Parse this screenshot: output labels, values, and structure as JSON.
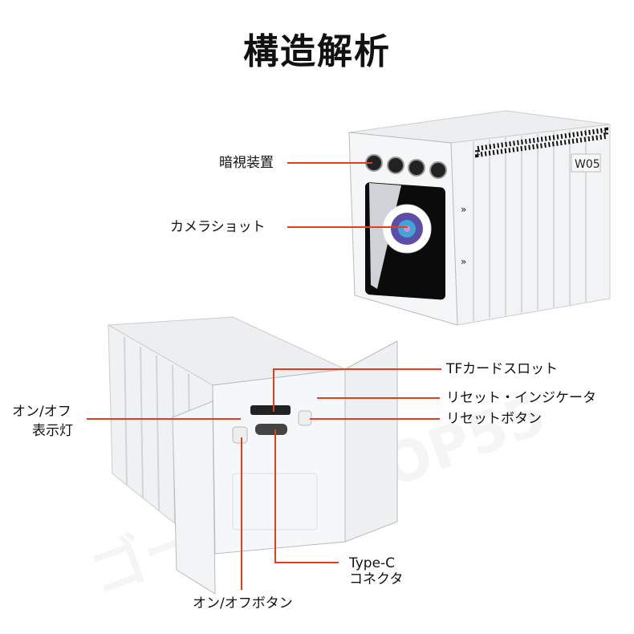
{
  "title": "構造解析",
  "watermark": "ゴーゴーSHOP55",
  "model_label": "W05",
  "front_labels": {
    "night_vision": "暗視装置",
    "camera": "カメラショット"
  },
  "back_labels": {
    "tf_slot": "TFカードスロット",
    "reset_indicator": "リセット・インジケータ",
    "reset_button": "リセットボタン",
    "power_indicator_line1": "オン/オフ",
    "power_indicator_line2": "表示灯",
    "typec_line1": "Type-C",
    "typec_line2": "コネクタ",
    "power_button": "オン/オフボタン"
  },
  "colors": {
    "callout": "#e2401c"
  }
}
